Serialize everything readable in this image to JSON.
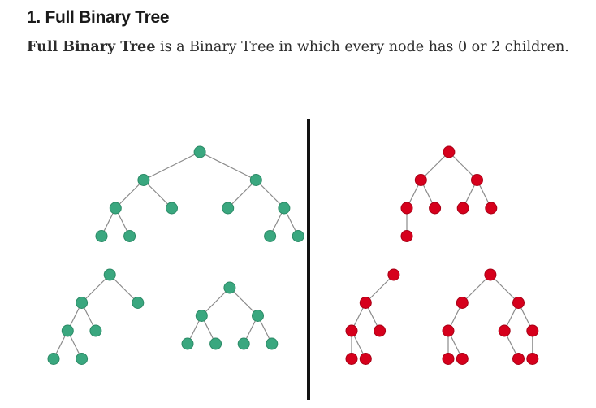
{
  "section": {
    "heading": "1. Full Binary Tree",
    "term": "Full Binary Tree",
    "definition": " is a Binary Tree in which every node has 0 or 2 children."
  },
  "figure": {
    "full_color": "#3aa77f",
    "full_stroke": "#2b8a66",
    "not_full_color": "#d6001c",
    "not_full_stroke": "#a80016",
    "edge_color": "#8a8a8a",
    "divider_color": "#111111",
    "full_trees": [
      {
        "name": "full-tree-1",
        "nodes": [
          [
            1,
            7,
            "root"
          ],
          [
            2,
            3,
            "a"
          ],
          [
            2,
            11,
            "b"
          ],
          [
            3,
            1,
            "c"
          ],
          [
            3,
            5,
            "a"
          ],
          [
            3,
            9,
            "b"
          ],
          [
            3,
            13,
            "b"
          ],
          [
            4,
            0,
            "c"
          ],
          [
            4,
            2,
            "c"
          ],
          [
            4,
            12,
            "b"
          ],
          [
            4,
            14,
            "b"
          ]
        ]
      },
      {
        "name": "full-tree-2",
        "nodes": [
          [
            1,
            4,
            "root"
          ],
          [
            2,
            2,
            "root"
          ],
          [
            2,
            6,
            "root"
          ],
          [
            3,
            1,
            "a"
          ],
          [
            3,
            3,
            "a"
          ],
          [
            4,
            0,
            "a"
          ],
          [
            4,
            2,
            "a"
          ]
        ]
      },
      {
        "name": "full-tree-3",
        "nodes": [
          [
            1,
            3,
            "root"
          ],
          [
            2,
            1,
            "root"
          ],
          [
            2,
            5,
            "root"
          ],
          [
            3,
            0,
            "a"
          ],
          [
            3,
            2,
            "a"
          ],
          [
            3,
            4,
            "b"
          ],
          [
            3,
            6,
            "b"
          ]
        ]
      }
    ],
    "not_full_trees": [
      {
        "name": "non-full-tree-1",
        "nodes": [
          [
            1,
            3,
            "root"
          ],
          [
            2,
            1,
            "root"
          ],
          [
            2,
            5,
            "root"
          ],
          [
            3,
            0,
            "a"
          ],
          [
            3,
            2,
            "a"
          ],
          [
            3,
            4,
            "b"
          ],
          [
            3,
            6,
            "b"
          ],
          [
            4,
            0,
            "a"
          ]
        ]
      },
      {
        "name": "non-full-tree-2",
        "nodes": [
          [
            1,
            3,
            "root"
          ],
          [
            2,
            1,
            "root"
          ],
          [
            3,
            0,
            "a"
          ],
          [
            3,
            2,
            "a"
          ],
          [
            4,
            0,
            "a"
          ],
          [
            4,
            1,
            "a"
          ]
        ]
      },
      {
        "name": "non-full-tree-3",
        "nodes": [
          [
            1,
            3,
            "root"
          ],
          [
            2,
            1,
            "root"
          ],
          [
            2,
            5,
            "root"
          ],
          [
            3,
            0,
            "a"
          ],
          [
            3,
            4,
            "b"
          ],
          [
            3,
            6,
            "b"
          ],
          [
            4,
            0,
            "a"
          ],
          [
            4,
            1,
            "a"
          ],
          [
            4,
            5,
            "b"
          ],
          [
            4,
            6,
            "b"
          ]
        ]
      }
    ]
  }
}
